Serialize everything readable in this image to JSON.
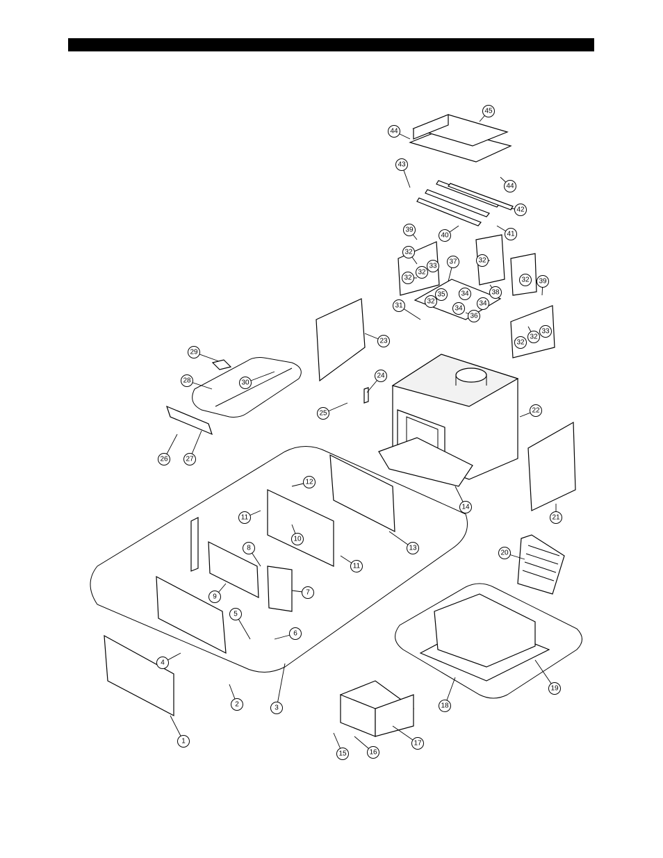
{
  "diagram": {
    "callouts": [
      "1",
      "2",
      "3",
      "4",
      "5",
      "6",
      "7",
      "8",
      "9",
      "10",
      "11",
      "11",
      "12",
      "13",
      "14",
      "15",
      "16",
      "17",
      "18",
      "19",
      "20",
      "21",
      "22",
      "23",
      "24",
      "25",
      "26",
      "27",
      "28",
      "29",
      "30",
      "31",
      "32",
      "32",
      "32",
      "32",
      "32",
      "32",
      "32",
      "32",
      "33",
      "33",
      "34",
      "34",
      "34",
      "35",
      "36",
      "37",
      "38",
      "39",
      "39",
      "40",
      "41",
      "42",
      "43",
      "44",
      "44",
      "45"
    ]
  }
}
